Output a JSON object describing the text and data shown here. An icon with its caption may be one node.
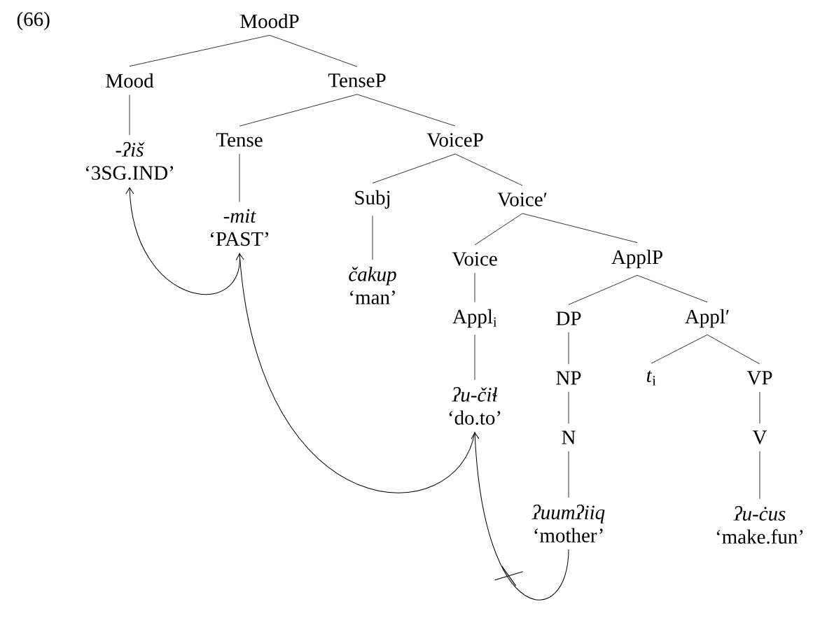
{
  "diagram": {
    "nodes": [
      {
        "text": [
          "MoodP"
        ]
      },
      {
        "text": [
          "Mood"
        ]
      },
      {
        "text": [
          "TenseP"
        ]
      },
      {
        "text": [
          "-ʔiš",
          "‘3SG.IND’"
        ]
      },
      {
        "text": [
          "Tense"
        ]
      },
      {
        "text": [
          "VoiceP"
        ]
      },
      {
        "text": [
          "-mit",
          "‘PAST’"
        ]
      },
      {
        "text": [
          "Subj"
        ]
      },
      {
        "text": [
          "Voice′"
        ]
      },
      {
        "text": [
          "čakup",
          "‘man’"
        ]
      },
      {
        "text": [
          "Voice"
        ]
      },
      {
        "text": [
          "ApplP"
        ]
      },
      {
        "text": [
          "Appl$_{i}$"
        ]
      },
      {
        "text": [
          "DP"
        ]
      },
      {
        "text": [
          "Appl′"
        ]
      },
      {
        "text": [
          "ʔu-čiɬ",
          "‘do.to’"
        ]
      },
      {
        "text": [
          "NP"
        ]
      },
      {
        "text": [
          "*t*$_{i}$"
        ]
      },
      {
        "text": [
          "VP"
        ]
      },
      {
        "text": [
          "N"
        ]
      },
      {
        "text": [
          "V"
        ]
      },
      {
        "text": [
          "ʔuumʔiiq",
          "‘mother’"
        ]
      },
      {
        "text": [
          "ʔu-ċus",
          "‘make.fun’"
        ]
      }
    ],
    "edges": [
      {
        "from": 0,
        "to": 1,
        "arrow": "none"
      },
      {
        "from": 0,
        "to": 2,
        "arrow": "none"
      },
      {
        "from": 1,
        "to": 3,
        "arrow": "none"
      },
      {
        "from": 2,
        "to": 4,
        "arrow": "none"
      },
      {
        "from": 2,
        "to": 5,
        "arrow": "none"
      },
      {
        "from": 4,
        "to": 6,
        "arrow": "none"
      },
      {
        "from": 5,
        "to": 7,
        "arrow": "none"
      },
      {
        "from": 5,
        "to": 8,
        "arrow": "none"
      },
      {
        "from": 7,
        "to": 9,
        "arrow": "none"
      },
      {
        "from": 8,
        "to": 10,
        "arrow": "none"
      },
      {
        "from": 8,
        "to": 11,
        "arrow": "none"
      },
      {
        "from": 10,
        "to": 12,
        "arrow": "none"
      },
      {
        "from": 12,
        "to": 15,
        "arrow": "none"
      },
      {
        "from": 11,
        "to": 13,
        "arrow": "none"
      },
      {
        "from": 11,
        "to": 14,
        "arrow": "none"
      },
      {
        "from": 13,
        "to": 16,
        "arrow": "none"
      },
      {
        "from": 16,
        "to": 19,
        "arrow": "none"
      },
      {
        "from": 19,
        "to": 21,
        "arrow": "none"
      },
      {
        "from": 14,
        "to": 17,
        "arrow": "none"
      },
      {
        "from": 14,
        "to": 18,
        "arrow": "none"
      },
      {
        "from": 18,
        "to": 20,
        "arrow": "none"
      },
      {
        "from": 20,
        "to": 22,
        "arrow": "none"
      },
      {
        "from": 6,
        "to": 3,
        "arrow": "to"
      },
      {
        "from": 15,
        "to": 6,
        "arrow": "to"
      },
      {
        "from": 21,
        "to": 15,
        "arrow": "to"
      }
    ],
    "labels": [
      "(66)"
    ]
  }
}
